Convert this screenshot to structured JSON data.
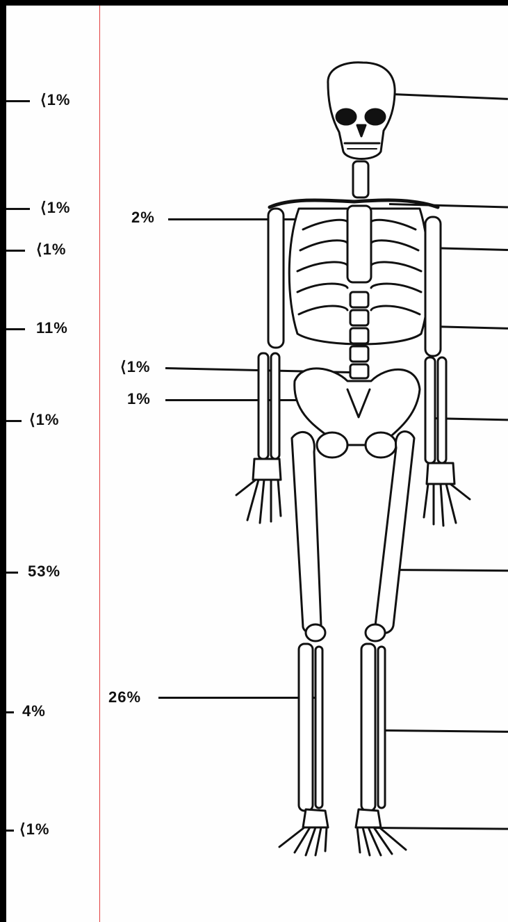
{
  "left_column": {
    "items": [
      {
        "label": "⟨1%"
      },
      {
        "label": "⟨1%"
      },
      {
        "label": "⟨1%"
      },
      {
        "label": "11%"
      },
      {
        "label": "⟨1%"
      },
      {
        "label": "53%"
      },
      {
        "label": "4%"
      },
      {
        "label": "⟨1%"
      }
    ]
  },
  "diagram_labels": {
    "items": [
      {
        "label": "2%"
      },
      {
        "label": "⟨1%"
      },
      {
        "label": "1%"
      },
      {
        "label": "26%"
      }
    ]
  },
  "colors": {
    "background": "#000000",
    "page": "#fefefe",
    "margin_line": "#e23b3b",
    "ink": "#111111"
  }
}
